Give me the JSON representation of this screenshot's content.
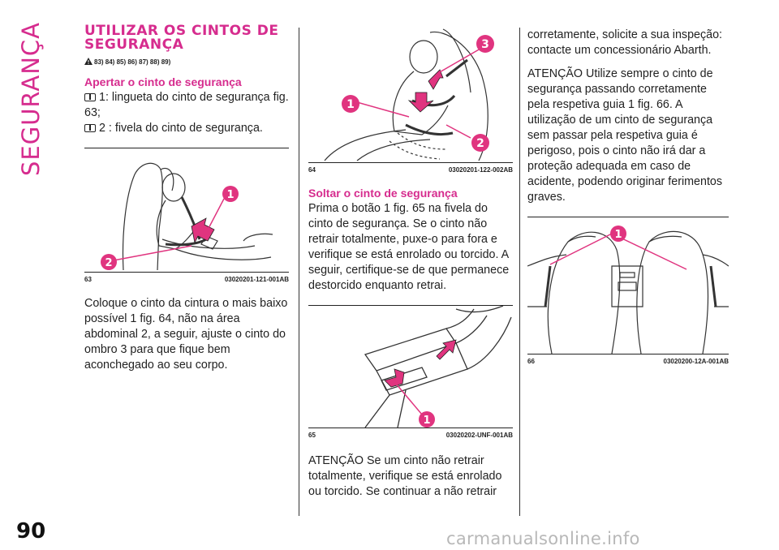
{
  "side_label": "SEGURANÇA",
  "page_number": "90",
  "watermark": "carmanualsonline.info",
  "colors": {
    "accent": "#d62c8e"
  },
  "column1": {
    "section_title_line1": "UTILIZAR OS CINTOS DE",
    "section_title_line2": "SEGURANÇA",
    "warning_refs": "83) 84) 85) 86) 87) 88) 89)",
    "subtitle": "Apertar o cinto de segurança",
    "item1": "1: lingueta do cinto de segurança fig. 63;",
    "item2": "2 : fivela do cinto de segurança.",
    "fig63": {
      "number": "63",
      "code": "03020201-121-001AB",
      "callouts": [
        "1",
        "2"
      ]
    },
    "paragraph": "Coloque o cinto da cintura o mais baixo possível 1 fig. 64, não na área abdominal 2, a seguir, ajuste o cinto do ombro 3 para que fique bem aconchegado ao seu corpo."
  },
  "column2": {
    "fig64": {
      "number": "64",
      "code": "03020201-122-002AB",
      "callouts": [
        "1",
        "2",
        "3"
      ]
    },
    "subtitle": "Soltar o cinto de segurança",
    "paragraph": "Prima o botão 1 fig. 65 na fivela do cinto de segurança. Se o cinto não retrair totalmente, puxe-o para fora e verifique se está enrolado ou torcido. A seguir, certifique-se de que permanece destorcido enquanto retrai.",
    "fig65": {
      "number": "65",
      "code": "03020202-UNF-001AB",
      "callouts": [
        "1"
      ]
    },
    "attention": "ATENÇÃO Se um cinto não retrair totalmente, verifique se está enrolado ou torcido. Se continuar a não retrair"
  },
  "column3": {
    "continuation": "corretamente, solicite a sua inspeção: contacte um concessionário Abarth.",
    "attention": "ATENÇÃO Utilize sempre o cinto de segurança passando corretamente pela respetiva guia 1 fig. 66. A utilização de um cinto de segurança sem passar pela respetiva guia é perigoso, pois o cinto não irá dar a proteção adequada em caso de acidente, podendo originar ferimentos graves.",
    "fig66": {
      "number": "66",
      "code": "03020200-12A-001AB",
      "callouts": [
        "1"
      ]
    }
  }
}
